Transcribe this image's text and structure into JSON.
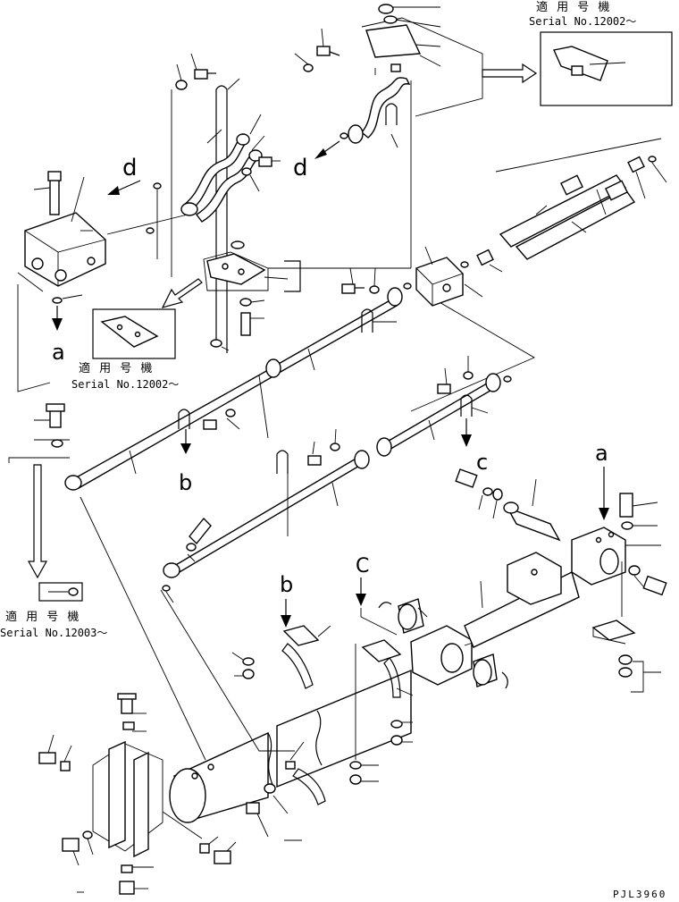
{
  "diagram": {
    "drawing_code": "PJL3960",
    "applicability_notes": [
      {
        "jp": "適 用 号 機",
        "serial": "Serial No.12002〜"
      },
      {
        "jp": "適 用 号 機",
        "serial": "Serial No.12002〜"
      },
      {
        "jp": "適 用 号 機",
        "serial": "Serial No.12003〜"
      }
    ],
    "reference_letters": {
      "a_top": "a",
      "a_left": "a",
      "b_clamp": "b",
      "b_tube": "b",
      "c_lower": "c",
      "c_upper": "C",
      "d_left": "d",
      "d_right": "d"
    },
    "colors": {
      "line": "#000000",
      "background": "#ffffff"
    }
  }
}
